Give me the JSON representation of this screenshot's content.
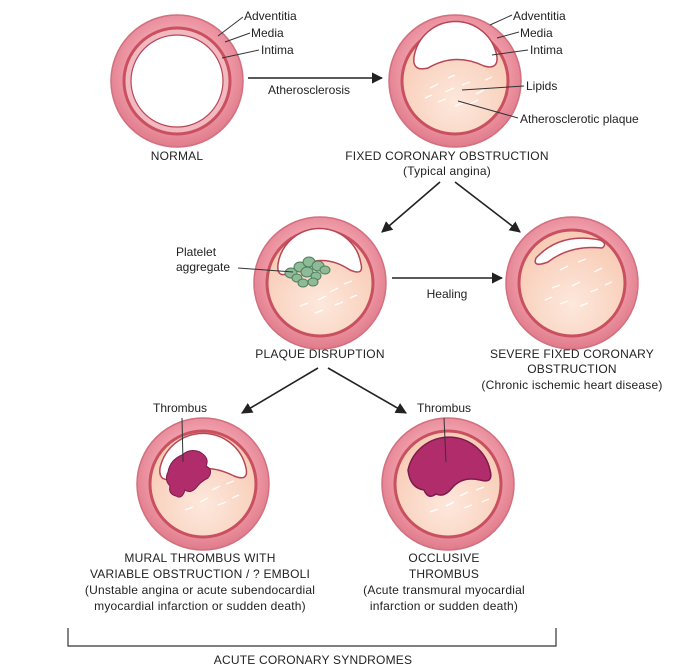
{
  "colors": {
    "adventitia": "#e98a98",
    "media": "#f2b5bd",
    "intima_edge": "#c9505f",
    "lumen": "#ffffff",
    "plaque": "#fbd9c8",
    "plaque_core": "#f7c7b2",
    "platelet": "#88b595",
    "thrombus": "#b12c6a"
  },
  "icons": [
    "arrow-right",
    "arrow-down-left",
    "arrow-down-right",
    "bracket"
  ],
  "normal": {
    "labels": [
      "Adventitia",
      "Media",
      "Intima"
    ],
    "caption": "NORMAL"
  },
  "arrow_atherosclerosis": "Atherosclerosis",
  "fixed": {
    "labels": [
      "Adventitia",
      "Media",
      "Intima",
      "Lipids",
      "Atherosclerotic plaque"
    ],
    "caption": [
      "FIXED CORONARY OBSTRUCTION",
      "(Typical angina)"
    ]
  },
  "disruption": {
    "label": [
      "Platelet",
      "aggregate"
    ],
    "caption": "PLAQUE DISRUPTION"
  },
  "arrow_healing": "Healing",
  "severe": {
    "caption": [
      "SEVERE FIXED CORONARY",
      "OBSTRUCTION",
      "(Chronic ischemic heart disease)"
    ]
  },
  "mural": {
    "label": "Thrombus",
    "caption": [
      "MURAL THROMBUS WITH",
      "VARIABLE OBSTRUCTION / ? EMBOLI",
      "(Unstable angina or acute subendocardial",
      "myocardial infarction or sudden death)"
    ]
  },
  "occlusive": {
    "label": "Thrombus",
    "caption": [
      "OCCLUSIVE",
      "THROMBUS",
      "(Acute transmural myocardial",
      "infarction or sudden death)"
    ]
  },
  "bracket_label": "ACUTE CORONARY SYNDROMES"
}
